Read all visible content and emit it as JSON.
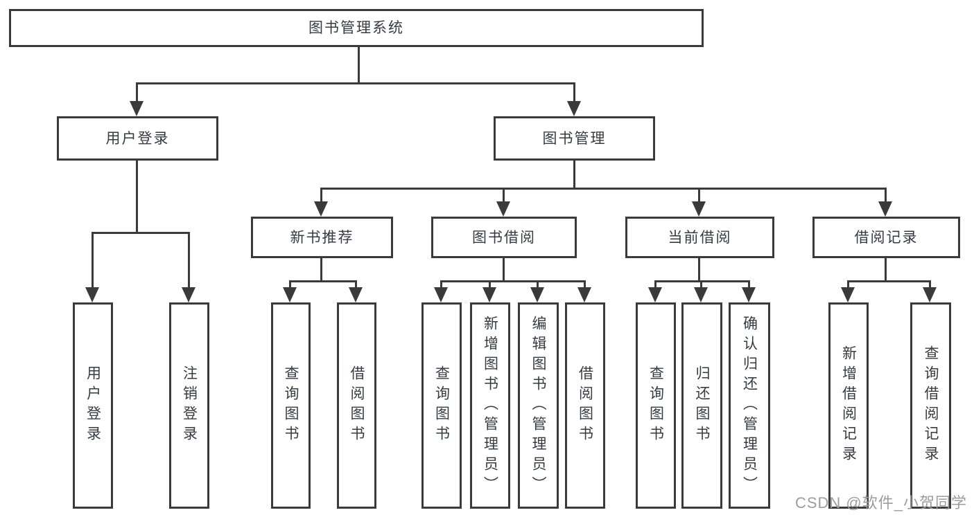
{
  "colors": {
    "line": "#3a3a3a",
    "text": "#363b42",
    "watermark": "#9c9c9c",
    "background": "#ffffff"
  },
  "watermark": {
    "text": "CSDN @软件_小贺同学"
  },
  "nodes": {
    "root": "图书管理系统",
    "user_login": "用户登录",
    "book_mgmt": "图书管理",
    "new_book_rec": "新书推荐",
    "book_borrow": "图书借阅",
    "current_borrow": "当前借阅",
    "borrow_records": "借阅记录",
    "v_user_login": "用户登录",
    "v_logout": "注销登录",
    "v_query_book_1": "查询图书",
    "v_borrow_book_1": "借阅图书",
    "v_query_book_2": "查询图书",
    "v_add_book": "新增图书（管理员）",
    "v_edit_book": "编辑图书（管理员）",
    "v_borrow_book_2": "借阅图书",
    "v_query_book_3": "查询图书",
    "v_return_book": "归还图书",
    "v_confirm_return": "确认归还（管理员）",
    "v_add_borrow_record": "新增借阅记录",
    "v_query_borrow_record": "查询借阅记录"
  },
  "hierarchy": {
    "label": "图书管理系统",
    "children": [
      {
        "label": "用户登录",
        "children": [
          {
            "label": "用户登录"
          },
          {
            "label": "注销登录"
          }
        ]
      },
      {
        "label": "图书管理",
        "children": [
          {
            "label": "新书推荐",
            "children": [
              {
                "label": "查询图书"
              },
              {
                "label": "借阅图书"
              }
            ]
          },
          {
            "label": "图书借阅",
            "children": [
              {
                "label": "查询图书"
              },
              {
                "label": "新增图书（管理员）"
              },
              {
                "label": "编辑图书（管理员）"
              },
              {
                "label": "借阅图书"
              }
            ]
          },
          {
            "label": "当前借阅",
            "children": [
              {
                "label": "查询图书"
              },
              {
                "label": "归还图书"
              },
              {
                "label": "确认归还（管理员）"
              }
            ]
          },
          {
            "label": "借阅记录",
            "children": [
              {
                "label": "新增借阅记录"
              },
              {
                "label": "查询借阅记录"
              }
            ]
          }
        ]
      }
    ]
  }
}
